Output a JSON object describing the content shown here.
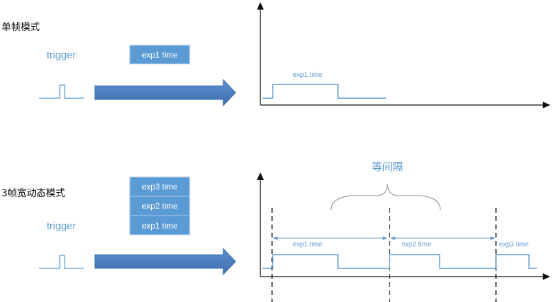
{
  "single_mode": {
    "title": "单帧模式",
    "trigger_label": "trigger",
    "exposure_boxes": [
      "exp1 time"
    ],
    "pulse_labels": [
      "exp1 time"
    ]
  },
  "multi_mode": {
    "title": "3帧宽动态模式",
    "trigger_label": "trigger",
    "exposure_boxes": [
      "exp3 time",
      "exp2 time",
      "exp1 time"
    ],
    "pulse_labels": [
      "exp1 time",
      "exp2 time",
      "exp3 time"
    ],
    "interval_label": "等间隔"
  },
  "colors": {
    "box_fill": "#5b9bd5",
    "box_border": "#a9c8e8",
    "arrow": "#4a7ebb",
    "wave": "#5b9bd5",
    "axis": "#111111"
  }
}
